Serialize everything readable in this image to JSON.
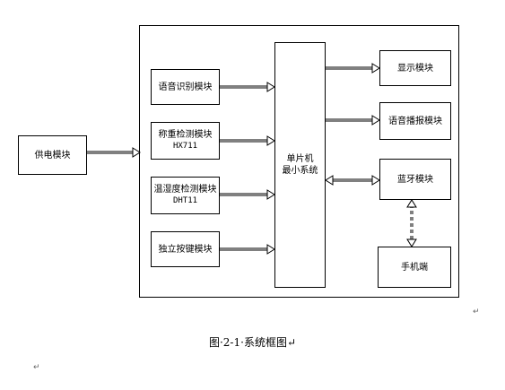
{
  "diagram": {
    "blocks": {
      "power": "供电模块",
      "voice_recognition": "语音识别模块",
      "weighing": [
        "称重检测模块",
        "HX711"
      ],
      "temp_humidity": [
        "温湿度检测模块",
        "DHT11"
      ],
      "button": "独立按键模块",
      "mcu": [
        "单片机",
        "最小系统"
      ],
      "display": "显示模块",
      "voice_playback": "语音播报模块",
      "bluetooth": "蓝牙模块",
      "phone": "手机端"
    },
    "caption": "图·2-1·系统框图↵",
    "para_marks": [
      "↵",
      "↵"
    ]
  }
}
